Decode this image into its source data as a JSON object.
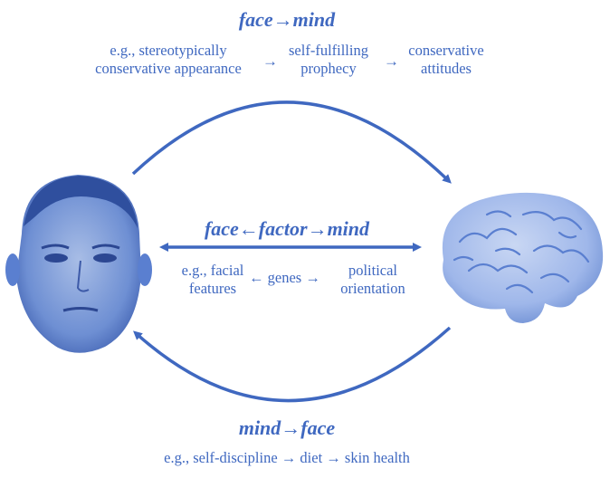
{
  "top": {
    "heading": "face→mind",
    "ex_1": "e.g., stereotypically\nconservative appearance",
    "arrow_1": "→",
    "ex_2": "self-fulfilling\nprophecy",
    "arrow_2": "→",
    "ex_3": "conservative\nattitudes"
  },
  "middle": {
    "heading": "face←factor→mind",
    "ex_1": "e.g., facial\nfeatures",
    "ex_2": "← genes →",
    "ex_3": "political\norientation"
  },
  "bottom": {
    "heading": "mind→face",
    "example": "e.g., self-discipline → diet → skin health"
  },
  "colors": {
    "accent": "#3f68c0",
    "face_tint": "#5a7fd0",
    "brain_tint": "#9fb7ea"
  },
  "icons": {
    "face": "face-photo",
    "brain": "brain-illustration"
  }
}
